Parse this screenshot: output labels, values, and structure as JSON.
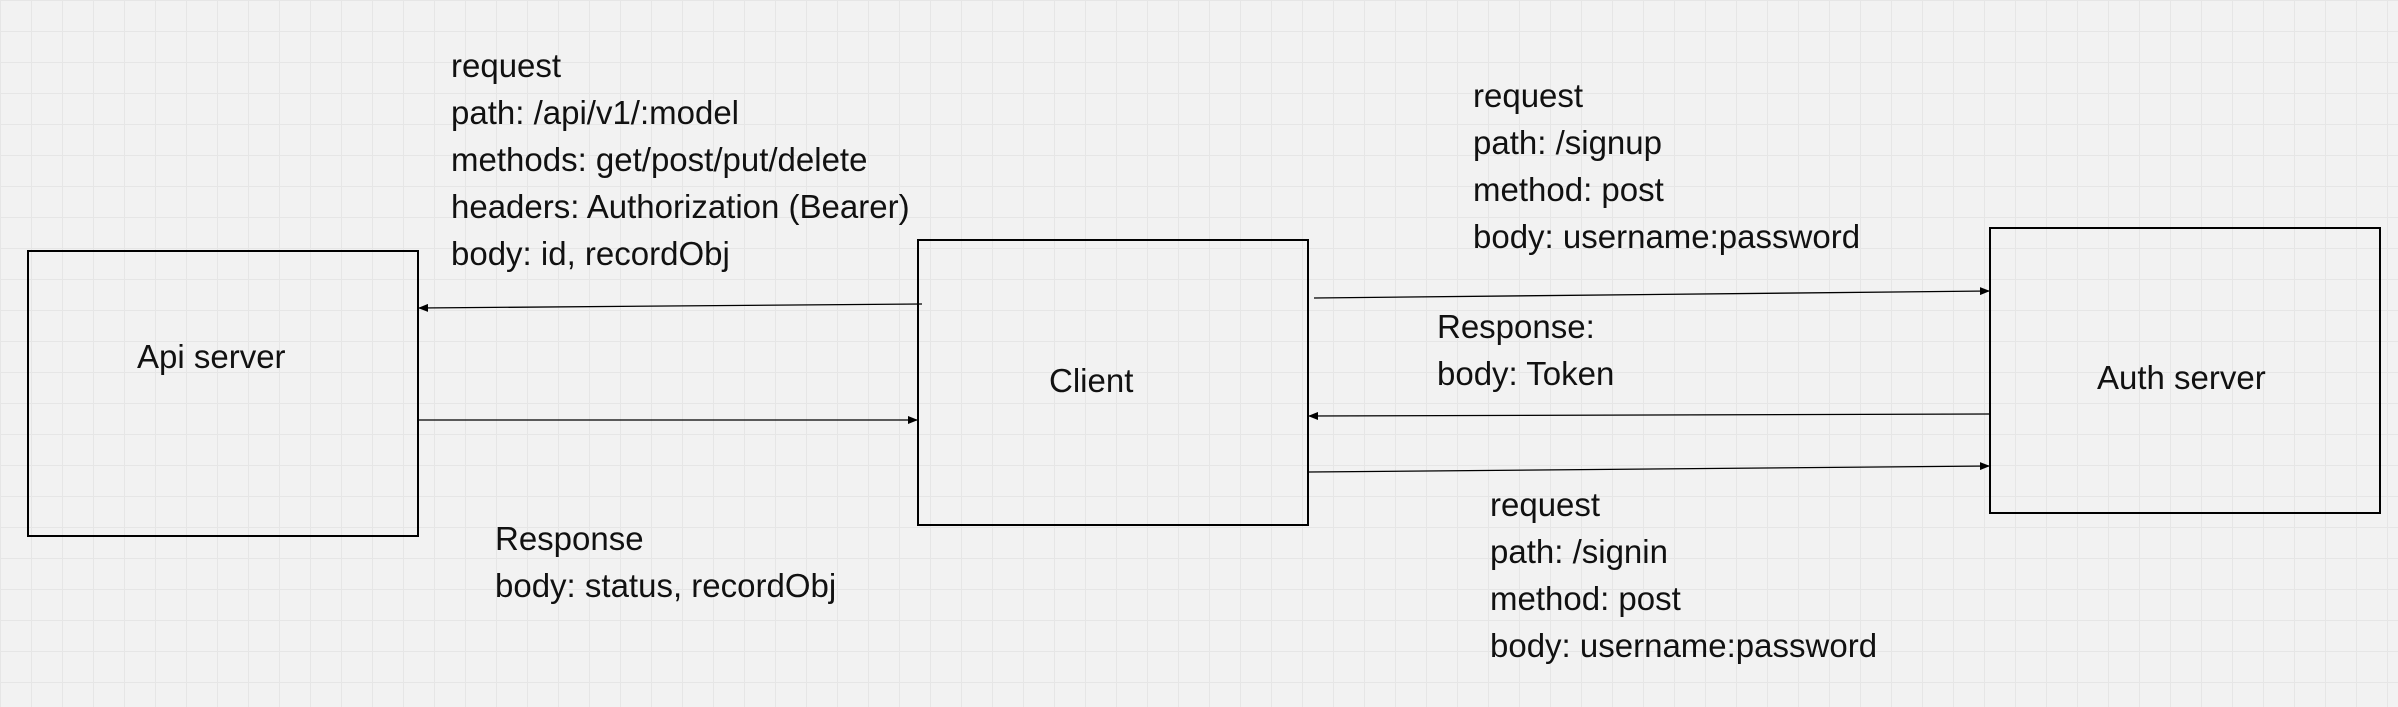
{
  "nodes": {
    "api_server": {
      "label": "Api server"
    },
    "client": {
      "label": "Client"
    },
    "auth_server": {
      "label": "Auth server"
    }
  },
  "annotations": {
    "api_request": {
      "lines": [
        "request",
        "path: /api/v1/:model",
        "methods: get/post/put/delete",
        "headers: Authorization (Bearer)",
        "body: id, recordObj"
      ]
    },
    "api_response": {
      "lines": [
        "Response",
        "body: status, recordObj"
      ]
    },
    "signup_request": {
      "lines": [
        "request",
        "path: /signup",
        "method: post",
        "body: username:password"
      ]
    },
    "auth_response": {
      "lines": [
        "Response:",
        "body: Token"
      ]
    },
    "signin_request": {
      "lines": [
        "request",
        "path: /signin",
        "method: post",
        "body: username:password"
      ]
    }
  },
  "colors": {
    "background": "#f2f2f2",
    "grid": "#e6e6e6",
    "stroke": "#000000",
    "text": "#111111"
  }
}
